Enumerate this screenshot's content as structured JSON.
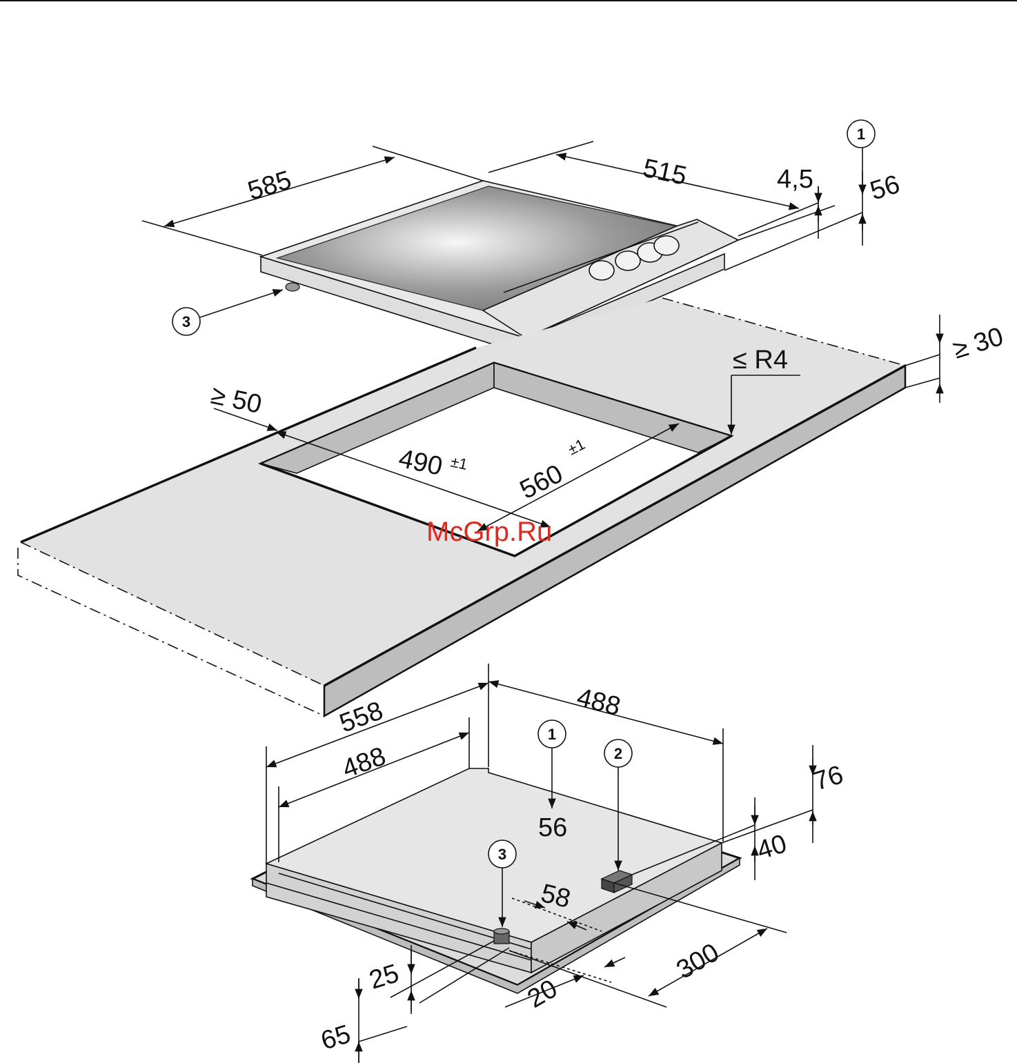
{
  "top_hob": {
    "dims": {
      "width": "585",
      "depth": "515",
      "frame": "4,5",
      "height": "56"
    },
    "markers": {
      "one": "1",
      "three": "3"
    }
  },
  "cutout": {
    "min_edge": "≥ 50",
    "radius": "≤ R4",
    "worktop_min": "≥ 30",
    "width": "490",
    "width_tol": "±1",
    "depth": "560",
    "depth_tol": "±1"
  },
  "bottom_view": {
    "dims": {
      "outer_width": "558",
      "inner_width": "488",
      "depth": "488",
      "height": "56",
      "h76": "76",
      "h40": "40",
      "d58": "58",
      "d300": "300",
      "d20": "20",
      "h25": "25",
      "h65": "65"
    },
    "markers": {
      "one": "1",
      "two": "2",
      "three": "3"
    }
  },
  "watermark": "McGrp.Ru"
}
